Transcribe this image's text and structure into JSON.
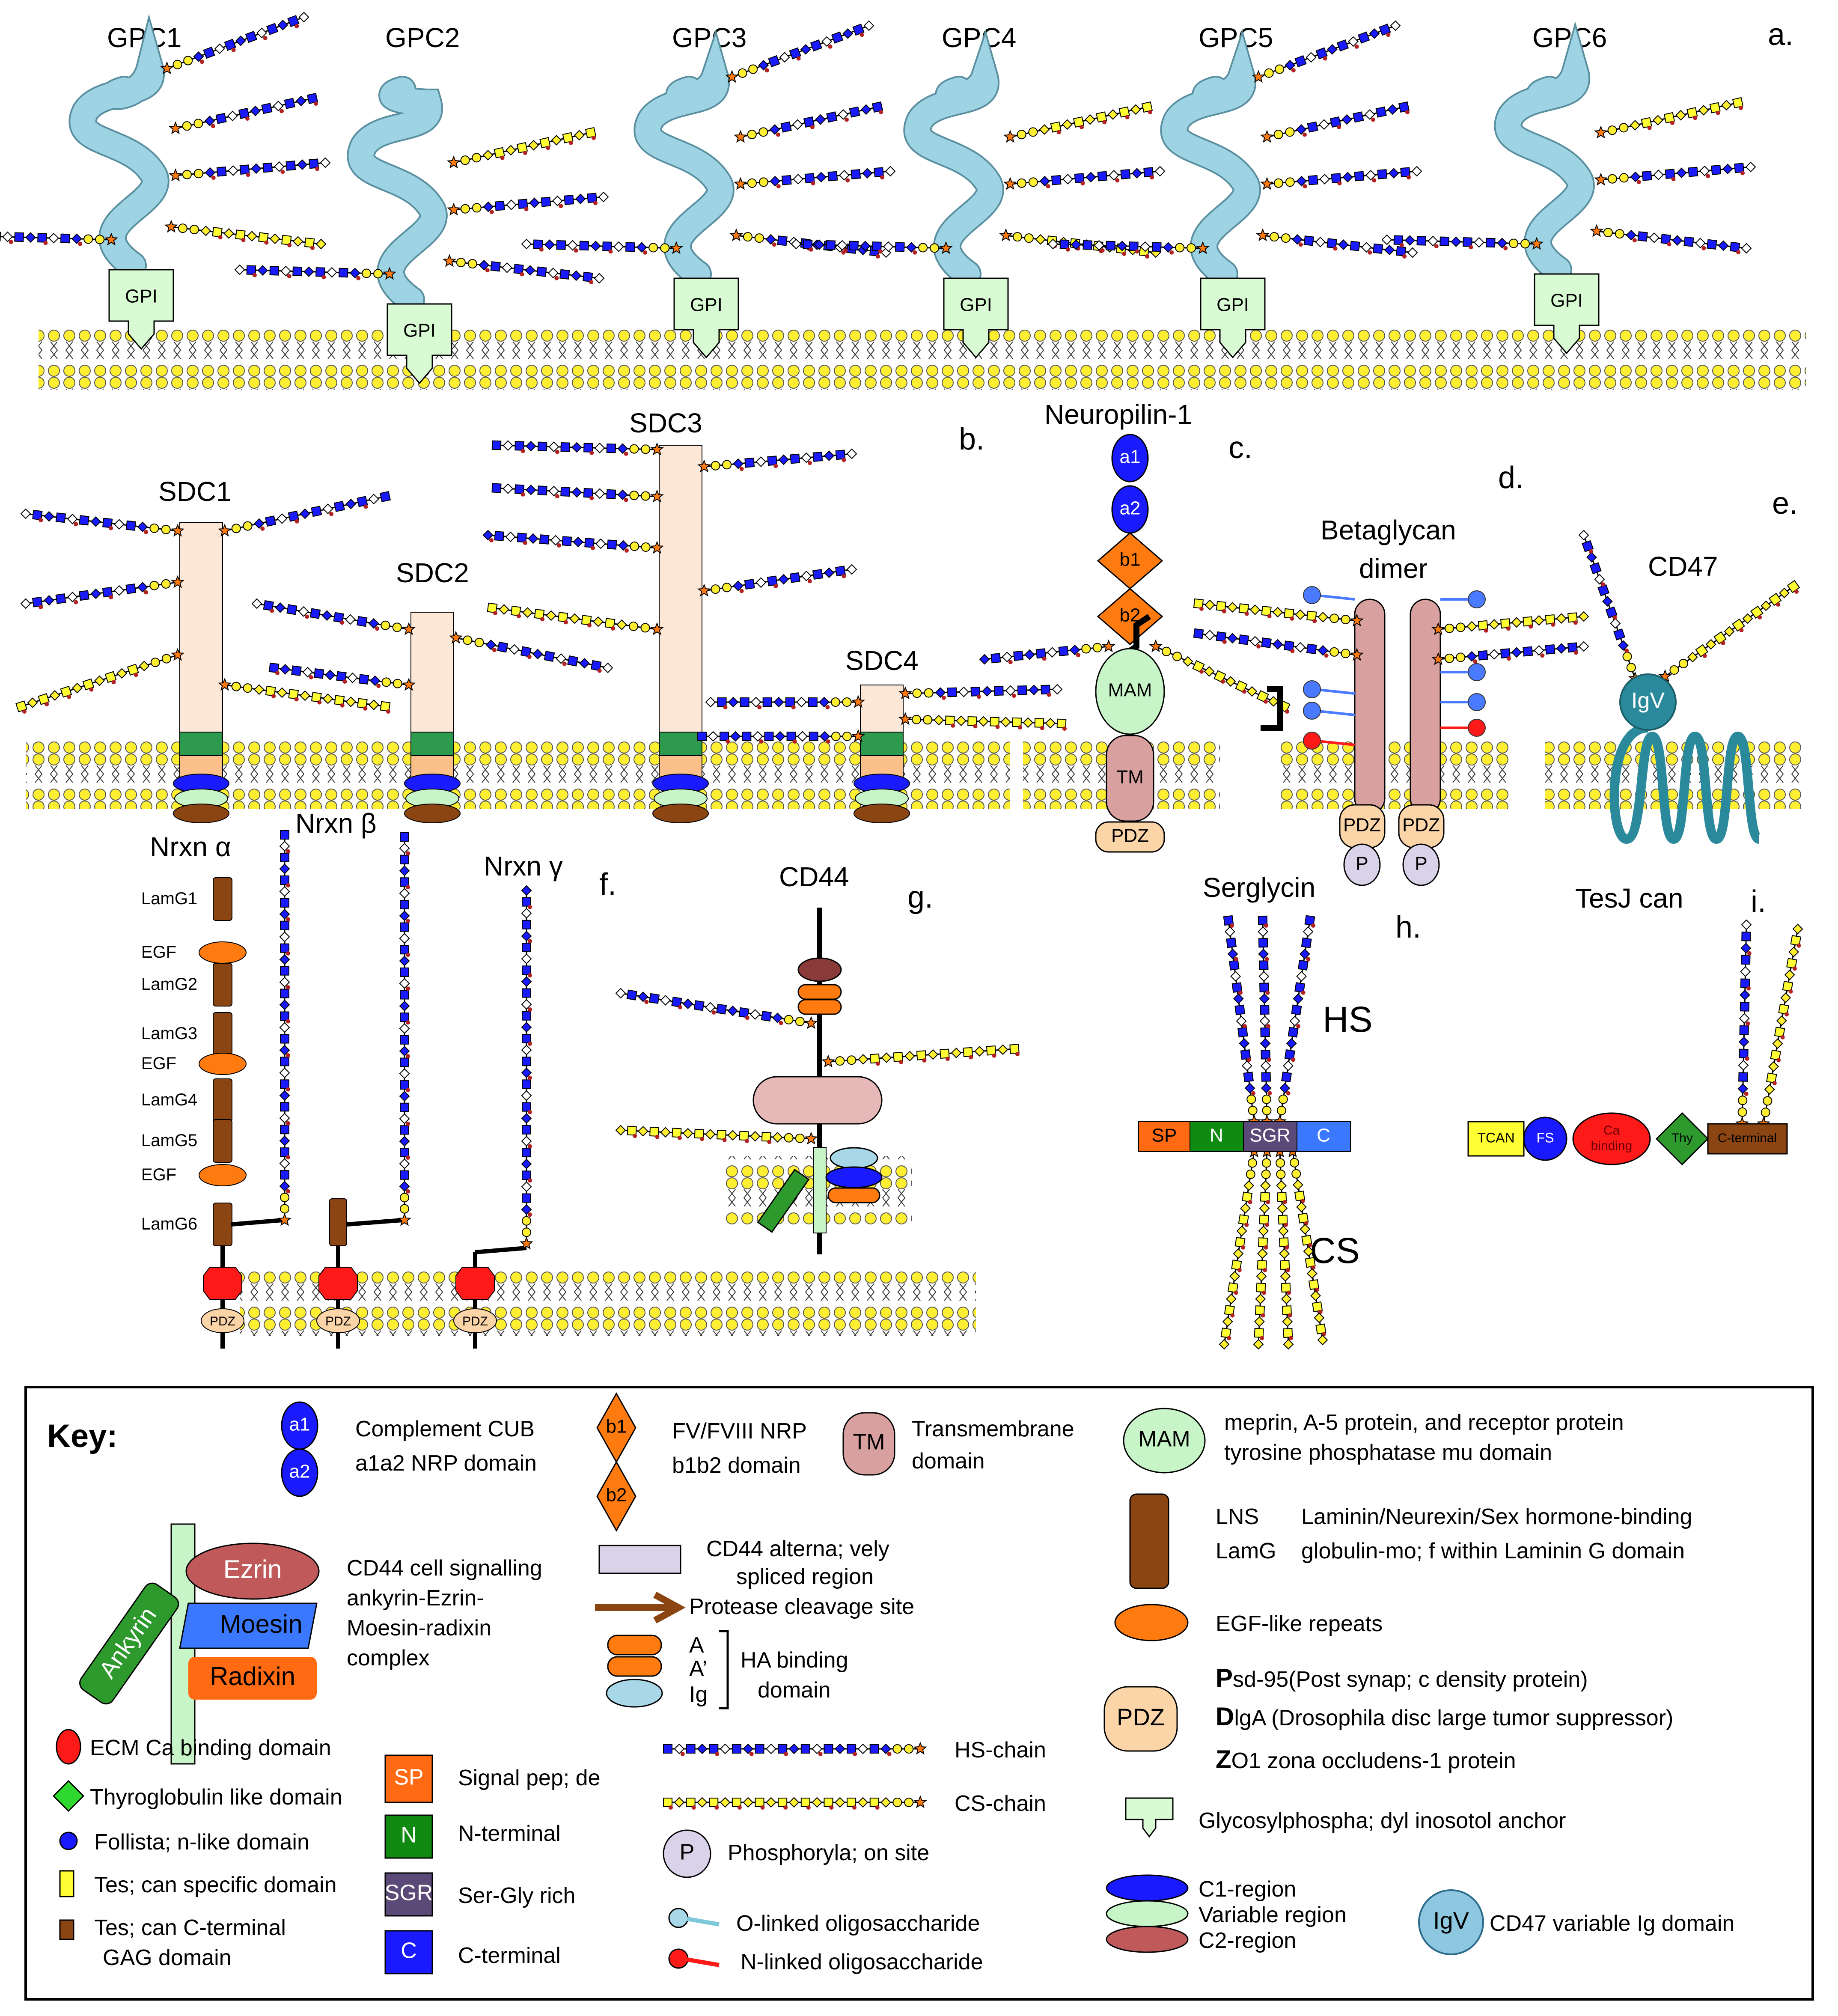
{
  "panels": {
    "a": "a.",
    "b": "b.",
    "c": "c.",
    "d": "d.",
    "e": "e.",
    "f": "f.",
    "g": "g.",
    "h": "h.",
    "i": "i."
  },
  "glypicans": [
    "GPC1",
    "GPC2",
    "GPC3",
    "GPC4",
    "GPC5",
    "GPC6"
  ],
  "gpi_label": "GPI",
  "syndecans": [
    "SDC1",
    "SDC2",
    "SDC3",
    "SDC4"
  ],
  "neuropilin": {
    "title": "Neuropilin-1",
    "domains": [
      "a1",
      "a2",
      "b1",
      "b2",
      "MAM",
      "TM",
      "PDZ"
    ]
  },
  "betaglycan": {
    "title_line1": "Betaglycan",
    "title_line2": "dimer",
    "pdz": "PDZ",
    "p": "P"
  },
  "cd47": {
    "title": "CD47",
    "igv": "IgV"
  },
  "neurexins": {
    "alpha": "Nrxn α",
    "beta": "Nrxn β",
    "gamma": "Nrxn γ",
    "domains": [
      "LamG1",
      "EGF",
      "LamG2",
      "LamG3",
      "EGF",
      "LamG4",
      "LamG5",
      "EGF",
      "LamG6"
    ],
    "pdz": "PDZ"
  },
  "cd44": {
    "title": "CD44"
  },
  "serglycin": {
    "title": "Serglycin",
    "hs": "HS",
    "cs": "CS",
    "segments": [
      "SP",
      "N",
      "SGR",
      "C"
    ]
  },
  "tesj": {
    "title": "TesJ can",
    "segments": [
      "TCAN",
      "FS",
      "Ca",
      "binding",
      "Thy",
      "C-terminal"
    ]
  },
  "key": {
    "title": "Key:",
    "items": {
      "cub": [
        "Complement CUB",
        "a1a2 NRP domain"
      ],
      "nrp": [
        "FV/FVIII NRP",
        "b1b2 domain"
      ],
      "tm": [
        "Transmembrane",
        "domain"
      ],
      "mam": [
        "meprin, A-5 protein, and receptor protein",
        "tyrosine phosphatase mu domain"
      ],
      "lns_left": [
        "LNS",
        "LamG"
      ],
      "lns": [
        "Laminin/Neurexin/Sex hormone-binding",
        "globulin-mo; f within Laminin G domain"
      ],
      "egf": "EGF-like repeats",
      "cd44_sig": [
        "CD44 cell signalling",
        "ankyrin-Ezrin-",
        "Moesin-radixin",
        "complex"
      ],
      "ezrin": "Ezrin",
      "moesin": "Moesin",
      "radixin": "Radixin",
      "ankyrin": "Ankyrin",
      "cd44_alt": [
        "CD44 alterna; vely",
        "spliced region"
      ],
      "protease": "Protease cleavage site",
      "ha_letters": [
        "A",
        "A’",
        "Ig"
      ],
      "ha": [
        "HA binding",
        "domain"
      ],
      "pdz_lines": [
        {
          "bold": "P",
          "rest": "sd-95(Post synap; c density protein)"
        },
        {
          "bold": "D",
          "rest": "lgA (Drosophila disc large tumor suppressor)"
        },
        {
          "bold": "Z",
          "rest": "O1 zona occludens-1 protein"
        }
      ],
      "ecm": "ECM Ca binding domain",
      "thyro": "Thyroglobulin like domain",
      "follista": "Follista; n-like domain",
      "tes_spec": "Tes; can specific domain",
      "tes_cterm": [
        "Tes; can C-terminal",
        "GAG domain"
      ],
      "sp": "Signal pep; de",
      "n_term": "N-terminal",
      "sgr": "Ser-Gly rich",
      "c_term": "C-terminal",
      "hs_chain": "HS-chain",
      "cs_chain": "CS-chain",
      "phos": "Phosphoryla; on site",
      "olinked": "O-linked oligosaccharide",
      "nlinked": "N-linked oligosaccharide",
      "gpi": "Glycosylphospha; dyl inosotol anchor",
      "c1": "C1-region",
      "var": "Variable region",
      "c2": "C2-region",
      "igv": "CD47 variable Ig domain"
    }
  },
  "colors": {
    "membrane_head": "#ffef33",
    "gpc_core": "#9ed3e3",
    "gpi_box": "#d9fbd4",
    "sdc_core": "#fde8d8",
    "hs_blue": "#1a1aff",
    "cs_yellow": "#ffff33",
    "lamg_brown": "#8b4513",
    "egf_orange": "#ff7b0f",
    "tm_pink": "#d9a0a0"
  }
}
